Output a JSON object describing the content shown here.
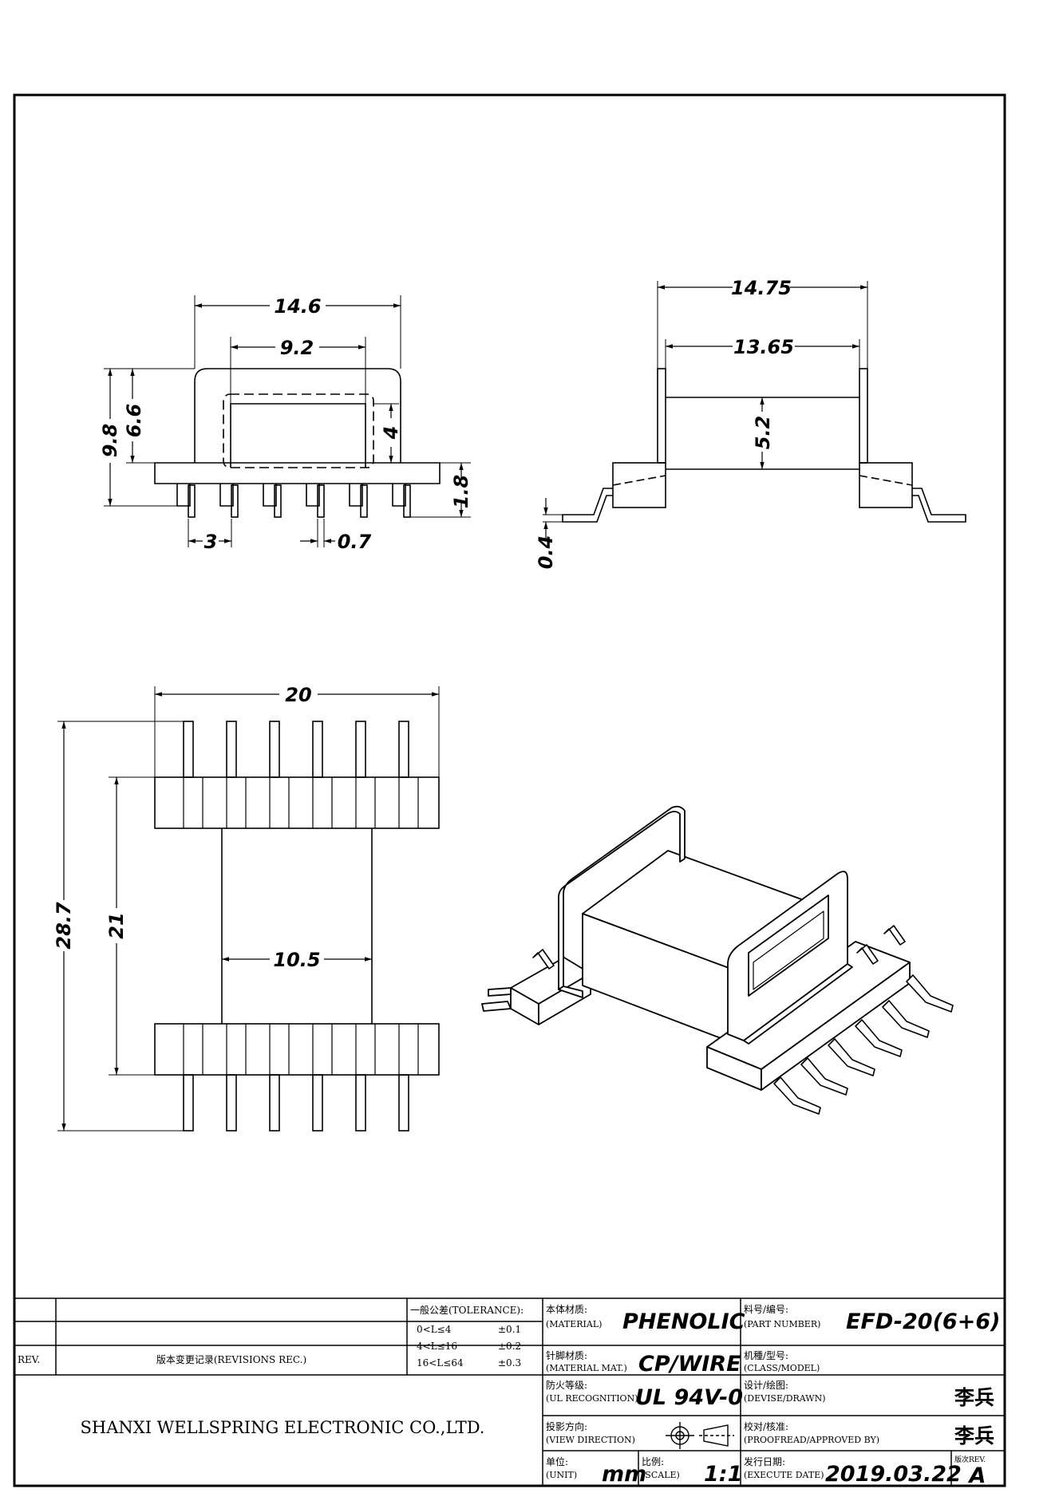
{
  "dimensions": {
    "front_overall_width": "14.6",
    "front_inner_width": "9.2",
    "front_total_height": "9.8",
    "front_upper_height": "6.6",
    "front_window_height": "4",
    "front_pin_height": "1.8",
    "front_pin_pitch": "3",
    "front_pin_width": "0.7",
    "side_overall_width": "14.75",
    "side_inner_width": "13.65",
    "side_core_height": "5.2",
    "side_lead_thickness": "0.4",
    "top_width": "20",
    "top_total_length": "28.7",
    "top_flange_span": "21",
    "top_core_width": "10.5"
  },
  "title_block": {
    "rev_label": "REV.",
    "revisions_label": "版本变更记录(REVISIONS REC.)",
    "tolerance_label": "一般公差(TOLERANCE):",
    "tol1_range": "0<L≤4",
    "tol1_value": "±0.1",
    "tol2_range": "4<L≤16",
    "tol2_value": "±0.2",
    "tol3_range": "16<L≤64",
    "tol3_value": "±0.3",
    "material_cn": "本体材质:",
    "material_en": "(MATERIAL)",
    "material_value": "PHENOLIC",
    "pin_material_cn": "针脚材质:",
    "pin_material_en": "(MATERIAL MAT.)",
    "pin_material_value": "CP/WIRE",
    "ul_cn": "防火等级:",
    "ul_en": "(UL RECOGNITION)",
    "ul_value": "UL 94V-0",
    "view_cn": "投影方向:",
    "view_en": "(VIEW DIRECTION)",
    "unit_cn": "单位:",
    "unit_en": "(UNIT)",
    "unit_value": "mm",
    "scale_cn": "比例:",
    "scale_en": "(SCALE)",
    "scale_value": "1:1",
    "part_cn": "料号/编号:",
    "part_en": "(PART NUMBER)",
    "part_value": "EFD-20(6+6)",
    "class_cn": "机種/型号:",
    "class_en": "(CLASS/MODEL)",
    "design_cn": "设计/绘图:",
    "design_en": "(DEVISE/DRAWN)",
    "design_value": "李兵",
    "proof_cn": "校对/核准:",
    "proof_en": "(PROOFREAD/APPROVED BY)",
    "proof_value": "李兵",
    "date_cn": "发行日期:",
    "date_en": "(EXECUTE DATE)",
    "date_value": "2019.03.22",
    "edition_label": "版次REV.",
    "edition_value": "A",
    "company": "SHANXI WELLSPRING ELECTRONIC CO.,LTD."
  }
}
